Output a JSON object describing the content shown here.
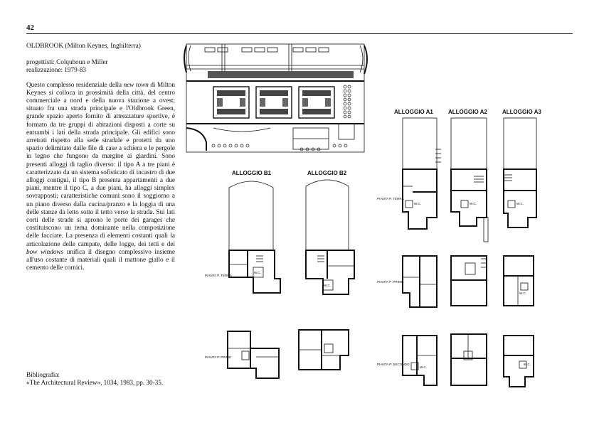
{
  "page": {
    "number": "42"
  },
  "text": {
    "title": "OLDBROOK (Milton Keynes, Inghilterra)",
    "designers": "progettisti: Colquhoun e Miller",
    "realization": "realizzazione: 1979-83",
    "body_parts": [
      "Questo complesso residenziale della ",
      "new town",
      " di Milton Keynes si colloca in prossimità della città, del centro commerciale a nord e della nuova stazione a ovest; situato fra una strada principale e l'Oldbrook Green, grande spazio aperto fornito di attrezzature sportive, è formato da tre gruppi di abitazioni disposti a corte su entrambi i lati della strada principale. Gli edifici sono arretrati rispetto alla sede stradale e protetti da uno spazio delimitato dalle file di case a schiera e le pergole in legno che fungono da margine ai giardini. Sono presenti alloggi di taglio diverso: il tipo A a tre piani è caratterizzato da un sistema sofisticato di incastro di due alloggi contigui, il tipo B presenta appartamenti a due piani, mentre il tipo C, a due piani, ha alloggi simplex sovrapposti; caratteristiche comuni sono il soggiorno a un piano diverso dalla cucina/pranzo e la loggia di una delle stanze da letto sotto il tetto verso la strada. Sui lati corti delle strade si aprono le porte dei garages che costituiscono un tema dominante nella composizione delle facciate. La presenza di elementi costanti quali la articolazione delle campate, delle logge, dei tetti e dei ",
      "bow windows",
      " unifica il disegno complessivo insieme all'uso costante di materiali quali il mattone giallo e il cemento delle cornici."
    ],
    "bibliography_label": "Bibliografia:",
    "bibliography_ref": "«The Architectural Review», 1034, 1983, pp. 30-35."
  },
  "drawings": {
    "b_labels": [
      "ALLOGGIO B1",
      "ALLOGGIO B2"
    ],
    "a_labels": [
      "ALLOGGIO A1",
      "ALLOGGIO A2",
      "ALLOGGIO A3"
    ],
    "floor_labels_b": [
      "PIANTA P. TERRA",
      "PIANTA P. PRIMO"
    ],
    "floor_labels_a": [
      "PIANTA P. TERRA",
      "PIANTA P. PRIMO",
      "PIANTA P. SECONDO"
    ],
    "room_tag": "W.C."
  }
}
